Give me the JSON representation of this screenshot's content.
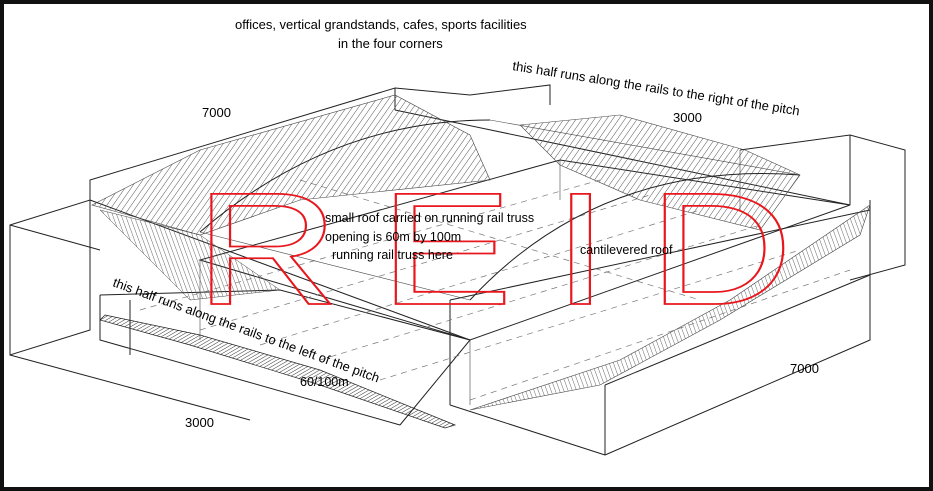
{
  "labels": {
    "corners_line1": "offices, vertical grandstands, cafes, sports facilities",
    "corners_line2": "in the four corners",
    "right_half": "this half runs along the rails to the right of the pitch",
    "left_half": "this half runs along the rails to the left of the pitch",
    "dim_top_left": "7000",
    "dim_top_right": "3000",
    "dim_bottom_left": "3000",
    "dim_bottom_right": "7000",
    "small_roof": "small roof carried on running rail truss",
    "opening": "opening is 60m by 100m",
    "rail_truss": "running rail truss here",
    "cantilevered": "cantilevered roof",
    "pitch_dim": "60/100m"
  },
  "watermark": {
    "text": "REID",
    "color": "#e8171d"
  },
  "colors": {
    "hatch": "#555555",
    "edges": "#222222"
  }
}
